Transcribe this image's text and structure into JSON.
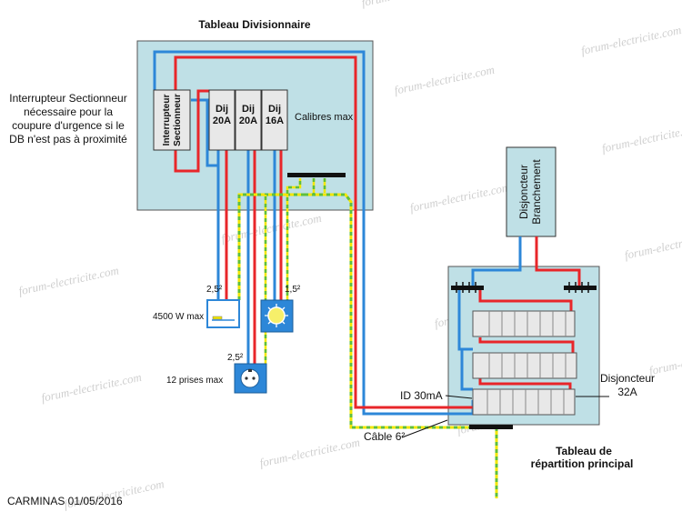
{
  "watermark": "forum-electricite.com",
  "titles": {
    "sub_panel": "Tableau Divisionnaire",
    "main_panel_line1": "Tableau de",
    "main_panel_line2": "répartition principal"
  },
  "notes": {
    "isolator_line1": "Interrupteur  Sectionneur",
    "isolator_line2": "nécessaire pour la",
    "isolator_line3": "coupure d'urgence si le",
    "isolator_line4": "DB n'est pas à proximité",
    "calibres": "Calibres  max",
    "cable": "Câble 6²",
    "credit": "CARMINAS  01/05/2016"
  },
  "devices": {
    "isolator_line1": "Interrupteur",
    "isolator_line2": "Sectionneur",
    "breakers": [
      {
        "line1": "Dij",
        "line2": "20A"
      },
      {
        "line1": "Dij",
        "line2": "20A"
      },
      {
        "line1": "Dij",
        "line2": "16A"
      }
    ],
    "supply_breaker_line1": "Disjoncteur",
    "supply_breaker_line2": "Branchement",
    "rcd": "ID 30mA",
    "main_breaker_line1": "Disjoncteur",
    "main_breaker_line2": "32A"
  },
  "loads": {
    "heater_section": "2,5²",
    "heater_power": "4500  W max",
    "lighting_section": "1,5²",
    "sockets_section": "2,5²",
    "sockets_count": "12 prises max"
  },
  "colors": {
    "phase": "#e8262a",
    "neutral": "#2d87d8",
    "earth_yellow": "#f2e600",
    "earth_green": "#5fbf3c",
    "panel_fill": "#bfe0e6",
    "device_fill": "#e8e8e8"
  }
}
